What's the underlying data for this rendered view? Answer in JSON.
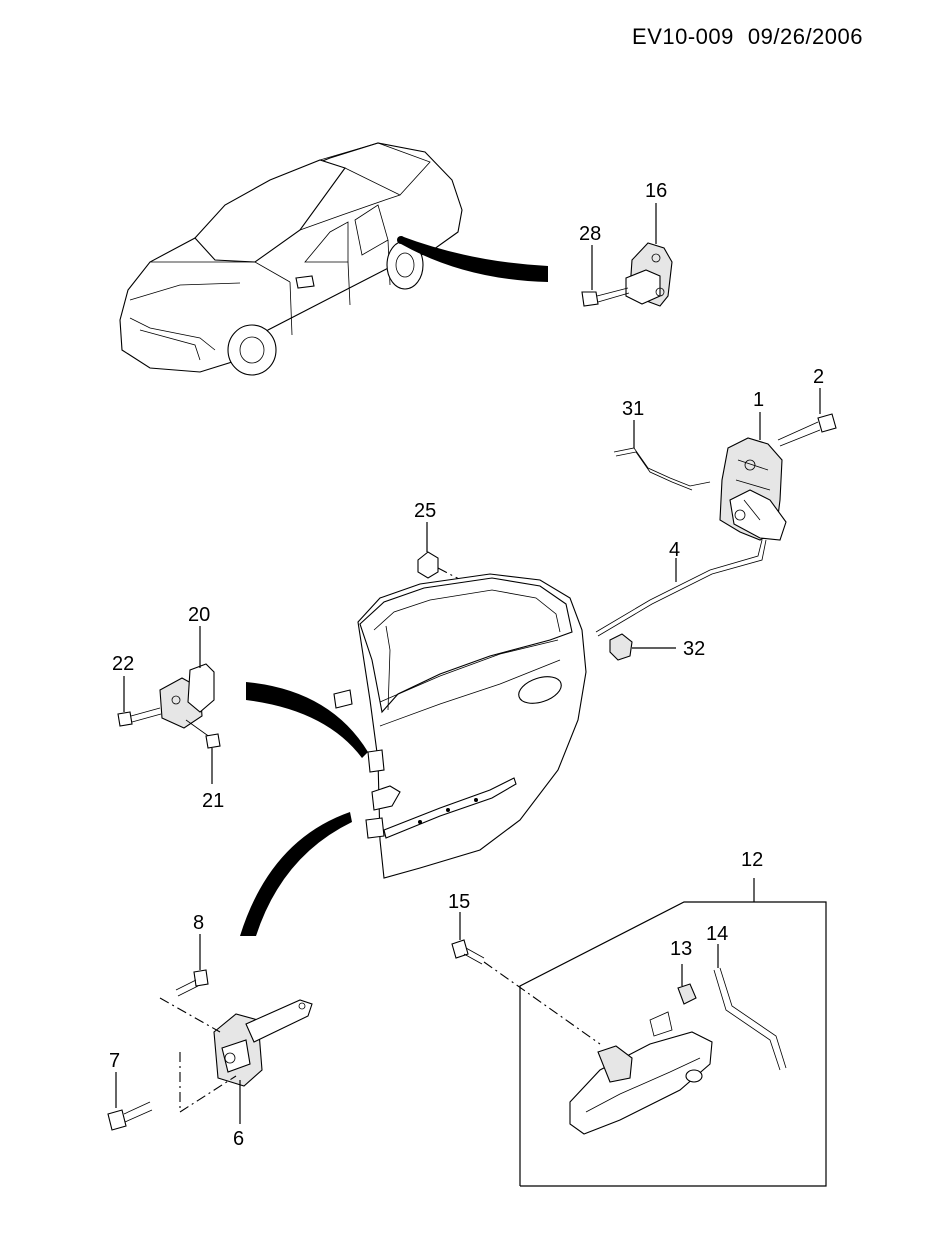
{
  "header": {
    "code": "EV10-009",
    "date": "09/26/2006"
  },
  "callouts": [
    {
      "id": "c1",
      "label": "1"
    },
    {
      "id": "c2",
      "label": "2"
    },
    {
      "id": "c4",
      "label": "4"
    },
    {
      "id": "c6",
      "label": "6"
    },
    {
      "id": "c7",
      "label": "7"
    },
    {
      "id": "c8",
      "label": "8"
    },
    {
      "id": "c12",
      "label": "12"
    },
    {
      "id": "c13",
      "label": "13"
    },
    {
      "id": "c14",
      "label": "14"
    },
    {
      "id": "c15",
      "label": "15"
    },
    {
      "id": "c16",
      "label": "16"
    },
    {
      "id": "c20",
      "label": "20"
    },
    {
      "id": "c21",
      "label": "21"
    },
    {
      "id": "c22",
      "label": "22"
    },
    {
      "id": "c25",
      "label": "25"
    },
    {
      "id": "c28",
      "label": "28"
    },
    {
      "id": "c31",
      "label": "31"
    },
    {
      "id": "c32",
      "label": "32"
    }
  ]
}
